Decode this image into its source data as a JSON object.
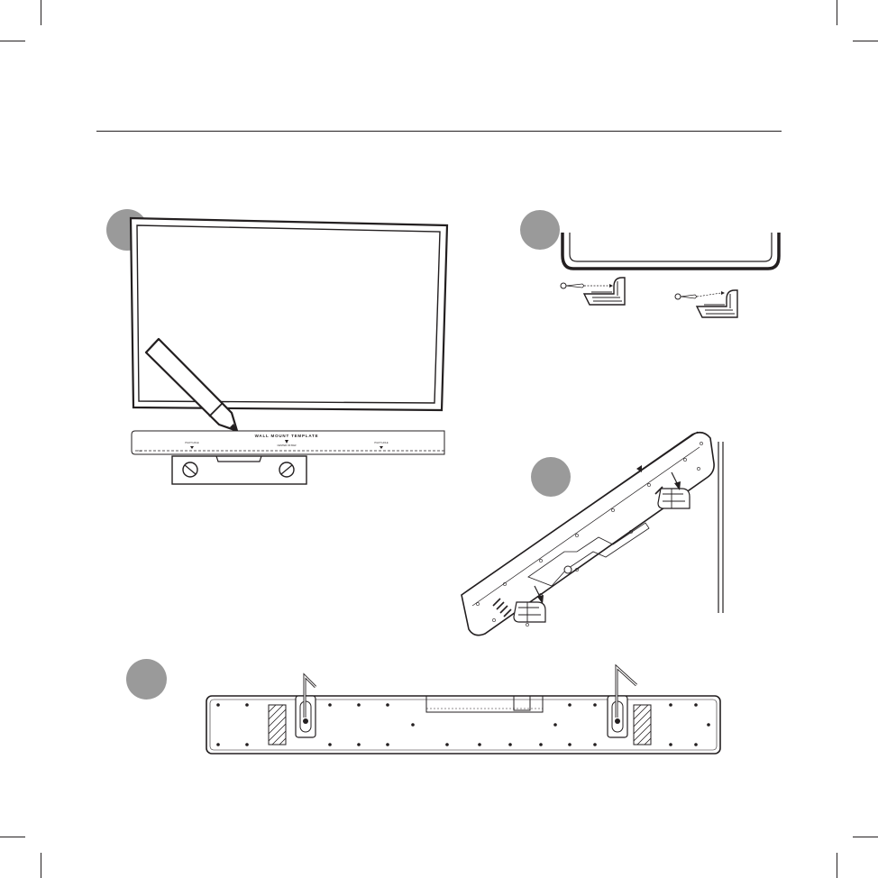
{
  "template": {
    "title": "WALL MOUNT TEMPLATE",
    "left_label": "PILOT HOLE",
    "center_label": "CENTER OF BAR",
    "right_label": "PILOT HOLE"
  },
  "steps": [
    "step-1",
    "step-2",
    "step-3",
    "step-4"
  ],
  "colors": {
    "ink": "#231f20",
    "step_circle": "#9a9a9a",
    "paper": "#ffffff"
  }
}
